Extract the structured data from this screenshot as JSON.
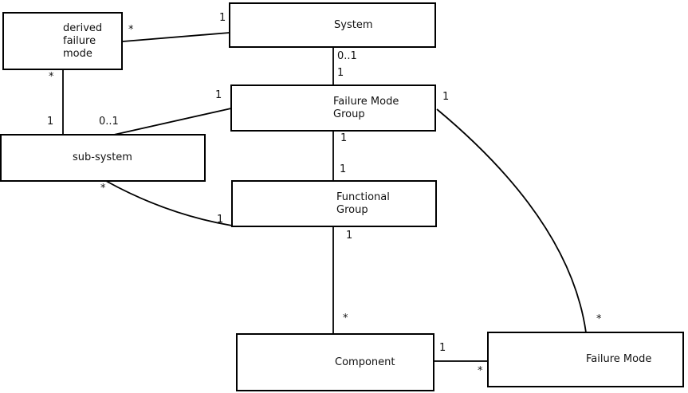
{
  "diagram": {
    "type": "uml-class-association-diagram",
    "background_color": "#ffffff",
    "line_color": "#000000",
    "text_color": "#111111",
    "nodes": {
      "derived_failure_mode": {
        "label": "derived\nfailure\nmode"
      },
      "system": {
        "label": "System"
      },
      "failure_mode_group": {
        "label": "Failure Mode\nGroup"
      },
      "sub_system": {
        "label": "sub-system"
      },
      "functional_group": {
        "label": "Functional\nGroup"
      },
      "component": {
        "label": "Component"
      },
      "failure_mode": {
        "label": "Failure Mode"
      }
    },
    "edges": [
      {
        "from": "derived_failure_mode",
        "to": "system",
        "from_mult": "*",
        "to_mult": "1",
        "shape": "line"
      },
      {
        "from": "derived_failure_mode",
        "to": "sub_system",
        "from_mult": "*",
        "to_mult": "1",
        "shape": "line"
      },
      {
        "from": "system",
        "to": "failure_mode_group",
        "from_mult": "0..1",
        "to_mult": "1",
        "shape": "line"
      },
      {
        "from": "sub_system",
        "to": "failure_mode_group",
        "from_mult": "0..1",
        "to_mult": "1",
        "shape": "line"
      },
      {
        "from": "failure_mode_group",
        "to": "functional_group",
        "from_mult": "1",
        "to_mult": "1",
        "shape": "line"
      },
      {
        "from": "sub_system",
        "to": "functional_group",
        "from_mult": "*",
        "to_mult": "1",
        "shape": "curve"
      },
      {
        "from": "functional_group",
        "to": "component",
        "from_mult": "1",
        "to_mult": "*",
        "shape": "line"
      },
      {
        "from": "component",
        "to": "failure_mode",
        "from_mult": "1",
        "to_mult": "*",
        "shape": "line"
      },
      {
        "from": "failure_mode_group",
        "to": "failure_mode",
        "from_mult": "1",
        "to_mult": "*",
        "shape": "curve"
      }
    ]
  }
}
